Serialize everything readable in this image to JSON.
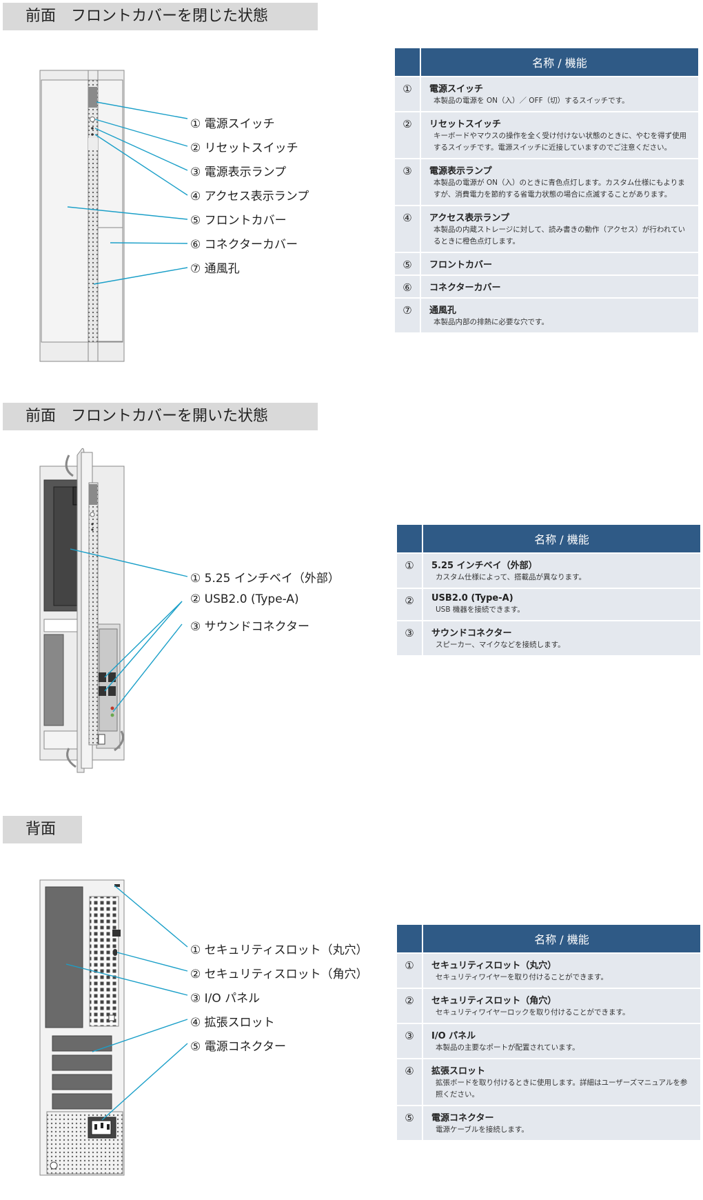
{
  "section1": {
    "title": "前面　フロントカバーを閉じた状態",
    "callouts": [
      "① 電源スイッチ",
      "② リセットスイッチ",
      "③ 電源表示ランプ",
      "④ アクセス表示ランプ",
      "⑤ フロントカバー",
      "⑥ コネクターカバー",
      "⑦ 通風孔"
    ],
    "table": {
      "header": "名称 / 機能",
      "rows": [
        {
          "num": "①",
          "name": "電源スイッチ",
          "desc": "本製品の電源を ON（入）／ OFF（切）するスイッチです。"
        },
        {
          "num": "②",
          "name": "リセットスイッチ",
          "desc": "キーボードやマウスの操作を全く受け付けない状態のときに、やむを得ず使用するスイッチです。電源スイッチに近接していますのでご注意ください。"
        },
        {
          "num": "③",
          "name": "電源表示ランプ",
          "desc": "本製品の電源が ON（入）のときに青色点灯します。カスタム仕様にもよりますが、消費電力を節約する省電力状態の場合に点滅することがあります。"
        },
        {
          "num": "④",
          "name": "アクセス表示ランプ",
          "desc": "本製品の内蔵ストレージに対して、読み書きの動作（アクセス）が行われているときに橙色点灯します。"
        },
        {
          "num": "⑤",
          "name": "フロントカバー",
          "desc": ""
        },
        {
          "num": "⑥",
          "name": "コネクターカバー",
          "desc": ""
        },
        {
          "num": "⑦",
          "name": "通風孔",
          "desc": "本製品内部の排熱に必要な穴です。"
        }
      ]
    }
  },
  "section2": {
    "title": "前面　フロントカバーを開いた状態",
    "callouts": [
      "① 5.25 インチベイ（外部）",
      "② USB2.0 (Type-A)",
      "③ サウンドコネクター"
    ],
    "table": {
      "header": "名称 / 機能",
      "rows": [
        {
          "num": "①",
          "name": "5.25 インチベイ（外部）",
          "desc": "カスタム仕様によって、搭載品が異なります。"
        },
        {
          "num": "②",
          "name": "USB2.0 (Type-A)",
          "desc": "USB 機器を接続できます。"
        },
        {
          "num": "③",
          "name": "サウンドコネクター",
          "desc": "スピーカー、マイクなどを接続します。"
        }
      ]
    }
  },
  "section3": {
    "title": "背面",
    "callouts": [
      "① セキュリティスロット（丸穴）",
      "② セキュリティスロット（角穴）",
      "③ I/O パネル",
      "④ 拡張スロット",
      "⑤ 電源コネクター"
    ],
    "table": {
      "header": "名称 / 機能",
      "rows": [
        {
          "num": "①",
          "name": "セキュリティスロット（丸穴）",
          "desc": "セキュリティワイヤーを取り付けることができます。"
        },
        {
          "num": "②",
          "name": "セキュリティスロット（角穴）",
          "desc": "セキュリティワイヤーロックを取り付けることができます。"
        },
        {
          "num": "③",
          "name": "I/O パネル",
          "desc": "本製品の主要なポートが配置されています。"
        },
        {
          "num": "④",
          "name": "拡張スロット",
          "desc": "拡張ボードを取り付けるときに使用します。詳細はユーザーズマニュアルを参照ください。"
        },
        {
          "num": "⑤",
          "name": "電源コネクター",
          "desc": "電源ケーブルを接続します。"
        }
      ]
    }
  },
  "colors": {
    "accent": "#2f5a86",
    "leader": "#1a9fc8",
    "row_bg": "#e4e8ee",
    "title_bg": "#d9d9d9"
  }
}
